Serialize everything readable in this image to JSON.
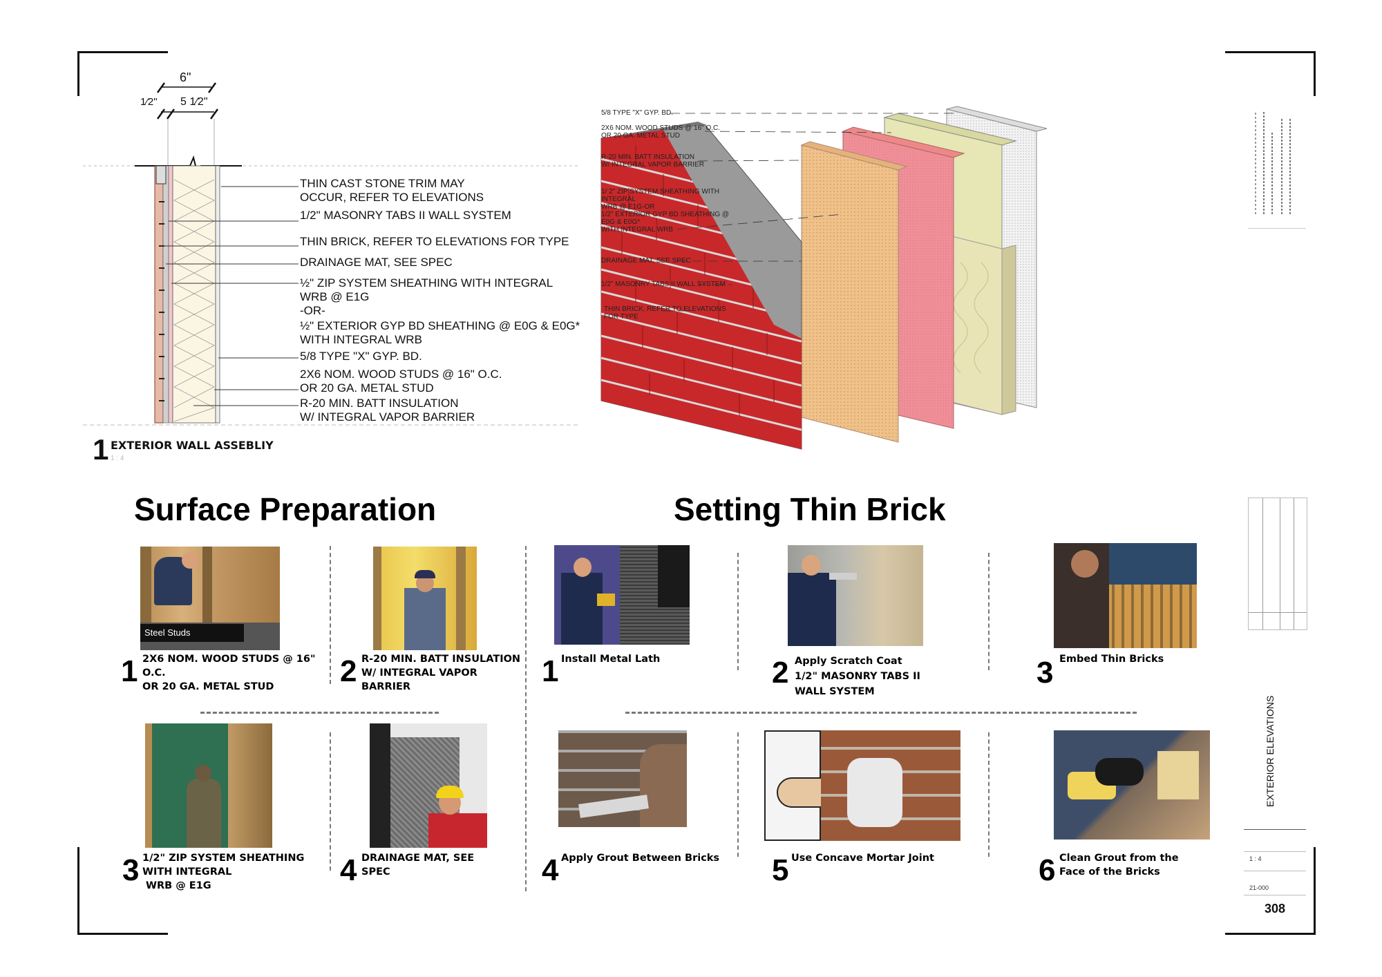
{
  "section_detail": {
    "dims": {
      "total": "6\"",
      "half": "1⁄2\"",
      "stud": "5 1⁄2\""
    },
    "notes": [
      "THIN CAST STONE TRIM MAY",
      "OCCUR, REFER TO ELEVATIONS",
      "1/2\" MASONRY TABS II WALL SYSTEM",
      "THIN BRICK, REFER TO ELEVATIONS FOR TYPE",
      "DRAINAGE MAT, SEE SPEC",
      "½\" ZIP SYSTEM SHEATHING WITH INTEGRAL",
      "WRB @ E1G",
      "-OR-",
      "½\" EXTERIOR GYP BD SHEATHING @ E0G & E0G*",
      "WITH INTEGRAL WRB",
      "5/8 TYPE \"X\" GYP. BD.",
      "2X6 NOM. WOOD STUDS @ 16\" O.C.",
      "OR 20 GA. METAL STUD",
      "R-20 MIN. BATT INSULATION",
      "W/ INTEGRAL VAPOR BARRIER"
    ],
    "label_number": "1",
    "label_title": "EXTERIOR WALL ASSEBLIY",
    "label_scale": "1 : 4"
  },
  "iso_detail": {
    "notes": [
      "5/8 TYPE \"X\" GYP. BD.",
      "2X6 NOM. WOOD STUDS @ 16\" O.C.",
      "OR 20 GA. METAL STUD",
      "R-20 MIN. BATT INSULATION",
      "W/ INTEGRAL VAPOR BARRIER",
      "1/ 2\" ZIP SYSTEM SHEATHING WITH",
      "INTEGRAL",
      "WRB @ E1G-OR",
      "1/2\" EXTERIOR GYP BD SHEATHING @",
      "E0G & E0G*",
      "WITH INTEGRAL WRB",
      "DRAINAGE MAT, SEE SPEC",
      "1/2\" MASONRY TABS II WALL SYSTEM",
      "THIN BRICK, REFER TO ELEVATIONS",
      "FOR TYPE"
    ]
  },
  "surface_prep": {
    "title": "Surface Preparation",
    "photo1_caption": "Steel Studs",
    "steps": [
      {
        "num": "1",
        "lines": [
          "2X6 NOM. WOOD STUDS @ 16\"",
          "O.C.",
          "OR 20 GA. METAL STUD"
        ]
      },
      {
        "num": "2",
        "lines": [
          "R-20 MIN. BATT INSULATION",
          "W/ INTEGRAL VAPOR",
          "BARRIER"
        ]
      },
      {
        "num": "3",
        "lines": [
          "1/2\" ZIP SYSTEM SHEATHING",
          "WITH INTEGRAL",
          "WRB @ E1G"
        ]
      },
      {
        "num": "4",
        "lines": [
          "DRAINAGE MAT, SEE",
          "SPEC"
        ]
      }
    ]
  },
  "setting": {
    "title": "Setting Thin Brick",
    "steps": [
      {
        "num": "1",
        "lines": [
          "Install Metal Lath"
        ]
      },
      {
        "num": "2",
        "lines": [
          "Apply Scratch Coat",
          "1/2\" MASONRY TABS II",
          "WALL SYSTEM"
        ]
      },
      {
        "num": "3",
        "lines": [
          "Embed Thin Bricks"
        ]
      },
      {
        "num": "4",
        "lines": [
          "Apply Grout Between Bricks"
        ]
      },
      {
        "num": "5",
        "lines": [
          "Use Concave Mortar Joint"
        ]
      },
      {
        "num": "6",
        "lines": [
          "Clean Grout from the",
          "Face of the Bricks"
        ]
      }
    ]
  },
  "title_block": {
    "sheet_title": "EXTERIOR ELEVATIONS",
    "scale": "1 : 4",
    "project_no": "21-000",
    "sheet_number": "308"
  },
  "colors": {
    "brick": "#c8282a",
    "mortar": "#9a9a9a",
    "drainage": "#f0c28a",
    "sheathing": "#f08f98",
    "insulation": "#e6e7b4",
    "gyp": "#e9e9e9"
  }
}
